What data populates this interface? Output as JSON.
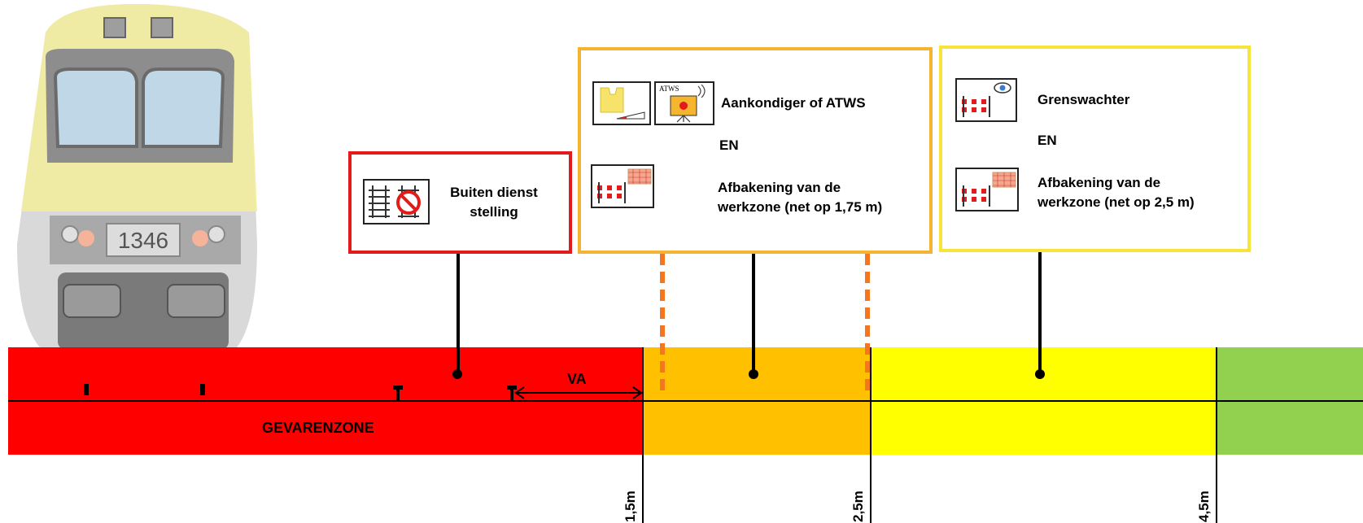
{
  "train": {
    "number": "1346"
  },
  "zones": {
    "danger_label": "GEVARENZONE",
    "va_label": "VA"
  },
  "distance_ticks": [
    "1,5m",
    "2,5m",
    "4,5m"
  ],
  "boxes": {
    "red": {
      "label": "Buiten dienst stelling",
      "label_line1": "Buiten dienst",
      "label_line2": "stelling",
      "border_color": "#e31b1b"
    },
    "orange": {
      "label1": "Aankondiger of ATWS",
      "connector": "EN",
      "label2_line1": "Afbakening van de",
      "label2_line2": "werkzone (net op 1,75 m)",
      "icon_text": "ATWS",
      "border_color": "#f4b331"
    },
    "yellow": {
      "label1": "Grenswachter",
      "connector": "EN",
      "label2_line1": "Afbakening van de",
      "label2_line2": "werkzone (net op 2,5 m)",
      "border_color": "#f7e43a"
    }
  },
  "colors": {
    "danger": "#ff0000",
    "orange_zone": "#ffc000",
    "yellow_zone": "#ffff00",
    "green_zone": "#92d050"
  }
}
